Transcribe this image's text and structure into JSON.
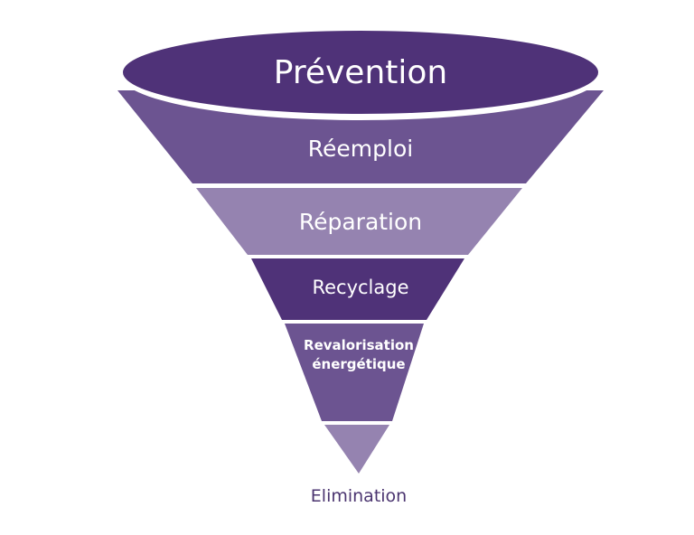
{
  "colors": {
    "dark": "#4f3278",
    "medium": "#6c5491",
    "light": "#9583b0",
    "label_outside": "#4b3570"
  },
  "levels": [
    {
      "label": "Prévention",
      "color": "#4f3278"
    },
    {
      "label": "Réemploi",
      "color": "#6c5491"
    },
    {
      "label": "Réparation",
      "color": "#9583b0"
    },
    {
      "label": "Recyclage",
      "color": "#4f3278"
    },
    {
      "label_line1": "Revalorisation",
      "label_line2": "énergétique",
      "color": "#6c5491"
    },
    {
      "label": "Elimination",
      "color": "#9583b0"
    }
  ]
}
